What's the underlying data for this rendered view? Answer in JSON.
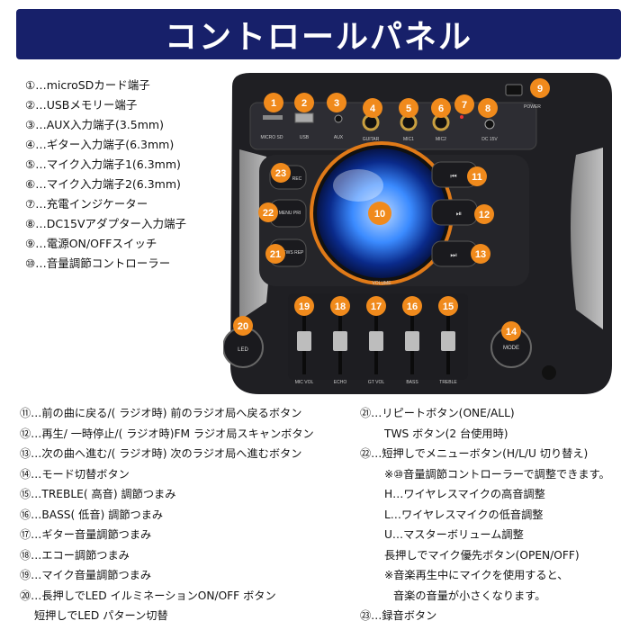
{
  "title": "コントロールパネル",
  "top_list": [
    "①…microSDカード端子",
    "②…USBメモリー端子",
    "③…AUX入力端子(3.5mm)",
    "④…ギター入力端子(6.3mm)",
    "⑤…マイク入力端子1(6.3mm)",
    "⑥…マイク入力端子2(6.3mm)",
    "⑦…充電インジケーター",
    "⑧…DC15Vアダプター入力端子",
    "⑨…電源ON/OFFスイッチ",
    "⑩…音量調節コントローラー"
  ],
  "bottom_left_list": [
    "⑪…前の曲に戻る/( ラジオ時) 前のラジオ局へ戻るボタン",
    "⑫…再生/ 一時停止/( ラジオ時)FM ラジオ局スキャンボタン",
    "⑬…次の曲へ進む/( ラジオ時) 次のラジオ局へ進むボタン",
    "⑭…モード切替ボタン",
    "⑮…TREBLE( 高音) 調節つまみ",
    "⑯…BASS( 低音) 調節つまみ",
    "⑰…ギター音量調節つまみ",
    "⑱…エコー調節つまみ",
    "⑲…マイク音量調節つまみ",
    "⑳…長押しでLED イルミネーションON/OFF ボタン",
    "短押しでLED パターン切替"
  ],
  "bottom_right_list": [
    "㉑…リピートボタン(ONE/ALL)",
    "TWS ボタン(2 台使用時)",
    "㉒…短押しでメニューボタン(H/L/U 切り替え)",
    "※⑩音量調節コントローラーで調整できます。",
    "H…ワイヤレスマイクの高音調整",
    "L…ワイヤレスマイクの低音調整",
    "U…マスターボリューム調整",
    "長押しでマイク優先ボタン(OPEN/OFF)",
    "※音楽再生中にマイクを使用すると、",
    "音楽の音量が小さくなります。",
    "㉓…録音ボタン"
  ],
  "panel": {
    "port_labels": [
      "MICRO SD",
      "USB",
      "AUX",
      "GUITAR",
      "MIC1",
      "MIC2",
      "DC 15V"
    ],
    "power_label": "POWER",
    "button_labels": {
      "rec": "REC",
      "menu": "MENU PRI",
      "tws": "TWS REP",
      "prev": "⏮",
      "play": "⏯",
      "next": "⏭",
      "led": "LED",
      "mode": "MODE"
    },
    "volume_label": "VOLUME",
    "slider_labels": [
      "MIC VOL",
      "ECHO",
      "GT VOL",
      "BASS",
      "TREBLE"
    ],
    "badges": {
      "b1": "1",
      "b2": "2",
      "b3": "3",
      "b4": "4",
      "b5": "5",
      "b6": "6",
      "b7": "7",
      "b8": "8",
      "b9": "9",
      "b10": "10",
      "b11": "11",
      "b12": "12",
      "b13": "13",
      "b14": "14",
      "b15": "15",
      "b16": "16",
      "b17": "17",
      "b18": "18",
      "b19": "19",
      "b20": "20",
      "b21": "21",
      "b22": "22",
      "b23": "23"
    },
    "colors": {
      "badge": "#f08a1c",
      "glow": "#3b8bff",
      "body": "#2a2a2e",
      "title_bg": "#17206a"
    }
  }
}
